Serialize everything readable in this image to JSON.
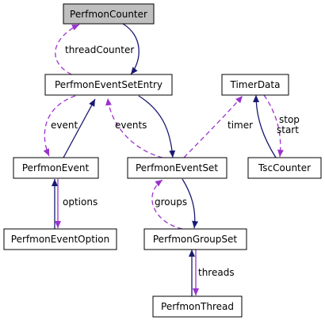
{
  "colors": {
    "focus_fill": "#bfbfbf",
    "node_fill": "#ffffff",
    "solid_edge": "#191970",
    "dashed_edge": "#9a32cd"
  },
  "nodes": {
    "perfmon_counter": "PerfmonCounter",
    "perfmon_event_set_entry": "PerfmonEventSetEntry",
    "timer_data": "TimerData",
    "perfmon_event": "PerfmonEvent",
    "perfmon_event_set": "PerfmonEventSet",
    "tsc_counter": "TscCounter",
    "perfmon_event_option": "PerfmonEventOption",
    "perfmon_group_set": "PerfmonGroupSet",
    "perfmon_thread": "PerfmonThread"
  },
  "edge_labels": {
    "thread_counter": "threadCounter",
    "event": "event",
    "events": "events",
    "timer": "timer",
    "stop": "stop",
    "start": "start",
    "options": "options",
    "groups": "groups",
    "threads": "threads"
  }
}
